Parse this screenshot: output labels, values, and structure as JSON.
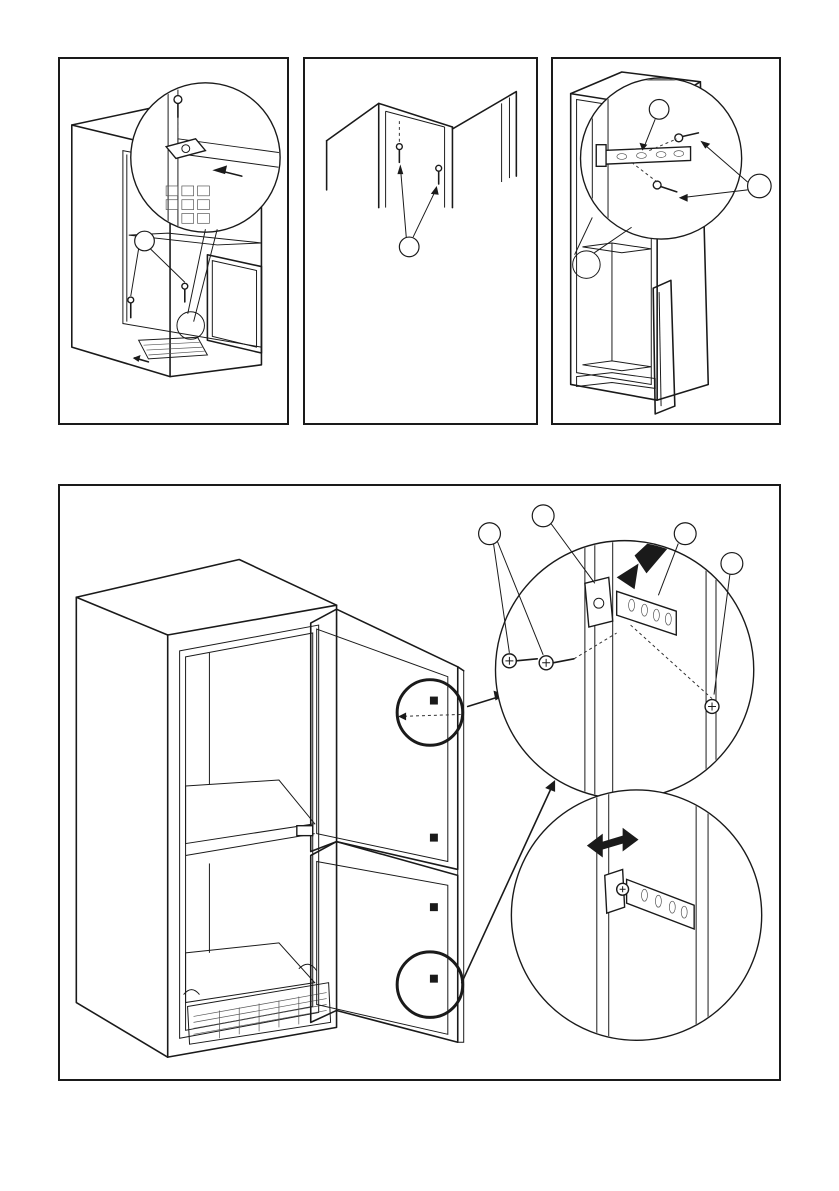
{
  "figure": {
    "panels": [
      {
        "id": "A",
        "subject": "cabinet-with-bottom-screws-and-hinge-detail"
      },
      {
        "id": "B",
        "subject": "top-corner-screws"
      },
      {
        "id": "C",
        "subject": "upper-bracket-screw-detail"
      },
      {
        "id": "D",
        "subject": "door-hinge-bracket-assembly"
      }
    ],
    "callout_labels": {
      "panel_a": [
        ""
      ],
      "panel_b": [
        ""
      ],
      "panel_c": [
        "",
        ""
      ],
      "panel_d": [
        "",
        "",
        "",
        ""
      ]
    },
    "colors": {
      "line": "#1a1a1a",
      "background": "#ffffff",
      "shading": "#d9d9d9"
    }
  }
}
